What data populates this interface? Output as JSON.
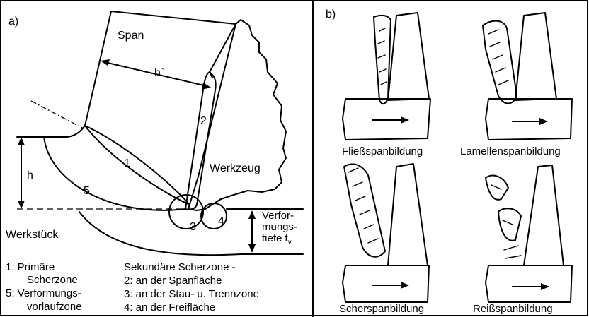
{
  "panel_a": {
    "label": "a)",
    "chip": "Span",
    "chip_thickness": "h`",
    "tool": "Werkzeug",
    "workpiece": "Werkstück",
    "depth": "h",
    "zones": [
      "1",
      "2",
      "3",
      "4",
      "5"
    ],
    "deformation_depth": [
      "Verfor-",
      "mungs-",
      "tiefe t",
      "v"
    ],
    "legend": {
      "primary_1": "1:  Primäre",
      "primary_2": "Scherzone",
      "pre_zone_1": "5:  Verformungs-",
      "pre_zone_2": "vorlaufzone",
      "secondary_title": "Sekundäre Scherzone -",
      "secondary_items": [
        "2:  an der Spanfläche",
        "3:  an der Stau- u. Trennzone",
        "4:  an der Freifläche"
      ]
    }
  },
  "panel_b": {
    "label": "b)",
    "chip_types": [
      "Fließspanbildung",
      "Lamellenspanbildung",
      "Scherspanbildung",
      "Reißspanbildung"
    ]
  }
}
